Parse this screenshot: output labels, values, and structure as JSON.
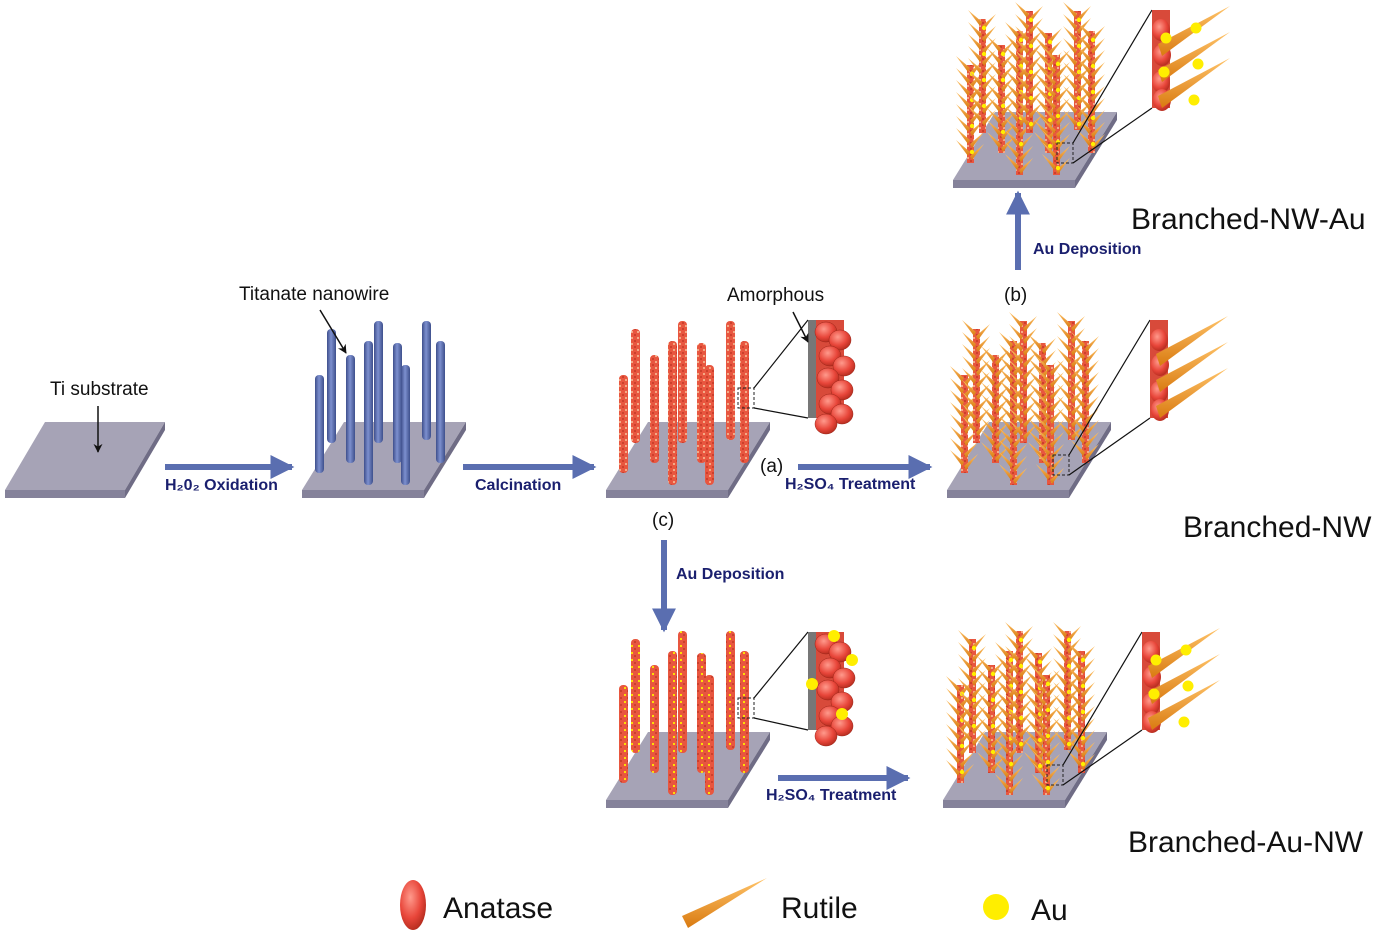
{
  "labels": {
    "ti_substrate": "Ti substrate",
    "titanate_nanowire": "Titanate nanowire",
    "amorphous": "Amorphous",
    "label_a": "(a)",
    "label_b": "(b)",
    "label_c": "(c)"
  },
  "arrows": {
    "h2o2": "H₂0₂ Oxidation",
    "calcination": "Calcination",
    "h2so4_a": "H₂SO₄ Treatment",
    "au_dep_b": "Au Deposition",
    "au_dep_c": "Au Deposition",
    "h2so4_c": "H₂SO₄ Treatment"
  },
  "products": {
    "branched_nw_au": "Branched-NW-Au",
    "branched_nw": "Branched-NW",
    "branched_au_nw": "Branched-Au-NW"
  },
  "legend": {
    "anatase": "Anatase",
    "rutile": "Rutile",
    "au": "Au"
  },
  "colors": {
    "substrate_top": "#a6a3b6",
    "substrate_side": "#85829a",
    "nanowire": "#5b6fae",
    "anatase": "#e8463a",
    "rutile": "#f39a2e",
    "au": "#ffee00",
    "arrow": "#5a6eb0"
  }
}
